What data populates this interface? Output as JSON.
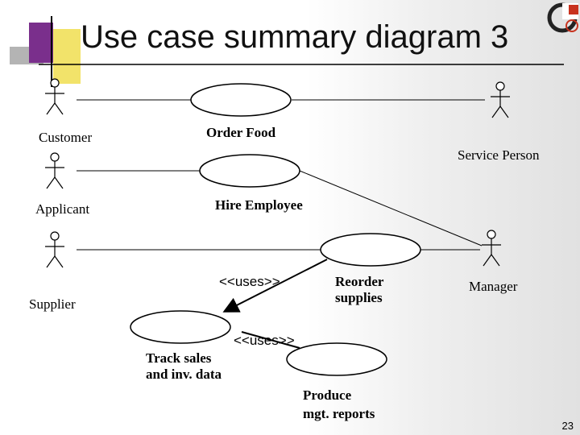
{
  "slide": {
    "title": "Use case summary diagram 3",
    "page_number": "23"
  },
  "actors": {
    "customer": "Customer",
    "applicant": "Applicant",
    "supplier": "Supplier",
    "service_person": "Service Person",
    "manager": "Manager"
  },
  "use_cases": {
    "order_food": "Order Food",
    "hire_employee": "Hire Employee",
    "reorder_supplies": [
      "Reorder",
      "supplies"
    ],
    "track_sales": [
      "Track sales",
      "and inv. data"
    ],
    "produce_reports": [
      "Produce",
      "mgt. reports"
    ]
  },
  "relationships": {
    "uses_1": "<<uses>>",
    "uses_2": "<<uses>>"
  },
  "colors": {
    "accent_purple": "#7a2f8c",
    "accent_yellow": "#f2e36a",
    "accent_gray": "#b4b4b4",
    "line": "#000000"
  }
}
